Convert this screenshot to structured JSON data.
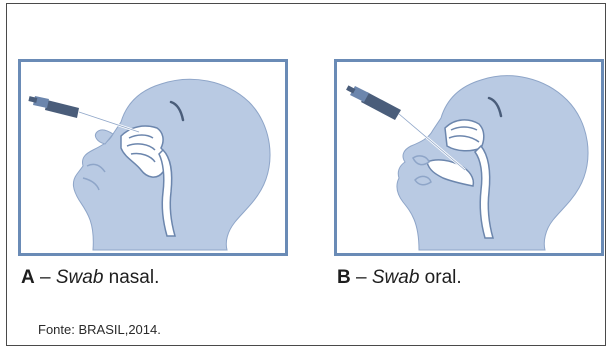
{
  "figures": [
    {
      "letter": "A",
      "dash": " – ",
      "term": "Swab",
      "rest": " nasal."
    },
    {
      "letter": "B",
      "dash": " – ",
      "term": "Swab",
      "rest": " oral."
    }
  ],
  "source": "Fonte: BRASIL,2014.",
  "colors": {
    "panel_border": "#6a8bb6",
    "head_fill": "#b9cae3",
    "anatomy_stroke": "#6c86ad",
    "cavity_fill": "#ffffff",
    "swab_dark": "#4a5d7a"
  }
}
